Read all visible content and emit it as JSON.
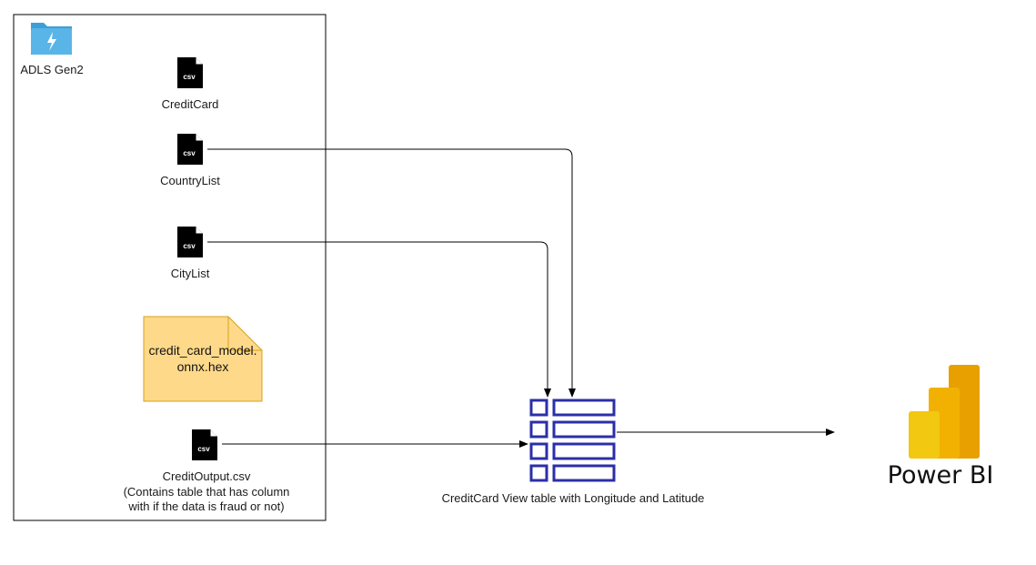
{
  "diagram": {
    "container": {
      "label": "ADLS Gen2",
      "icon": "adls-folder-icon"
    },
    "files": [
      {
        "id": "creditcard",
        "label": "CreditCard",
        "icon": "csv-file-icon",
        "badge": "csv"
      },
      {
        "id": "countrylist",
        "label": "CountryList",
        "icon": "csv-file-icon",
        "badge": "csv"
      },
      {
        "id": "citylist",
        "label": "CityList",
        "icon": "csv-file-icon",
        "badge": "csv"
      },
      {
        "id": "creditoutput",
        "label": "CreditOutput.csv",
        "sublabel_lines": [
          "(Contains table that has column",
          "with if the data is fraud or not)"
        ],
        "icon": "csv-file-icon",
        "badge": "csv"
      }
    ],
    "model_note": {
      "lines": [
        "credit_card_model.",
        "onnx.hex"
      ],
      "fill": "#FFD98A",
      "stroke": "#D6A21A"
    },
    "view_table": {
      "label": "CreditCard View table with Longitude and Latitude",
      "icon": "table-icon",
      "color": "#2B2FA8"
    },
    "destination": {
      "label": "Power BI",
      "icon": "power-bi-icon",
      "colors": [
        "#F2C811",
        "#F2B100",
        "#E8A000"
      ]
    },
    "edges": [
      {
        "from": "countrylist",
        "to": "view_table"
      },
      {
        "from": "citylist",
        "to": "view_table"
      },
      {
        "from": "creditoutput",
        "to": "view_table"
      },
      {
        "from": "view_table",
        "to": "power_bi"
      }
    ]
  }
}
